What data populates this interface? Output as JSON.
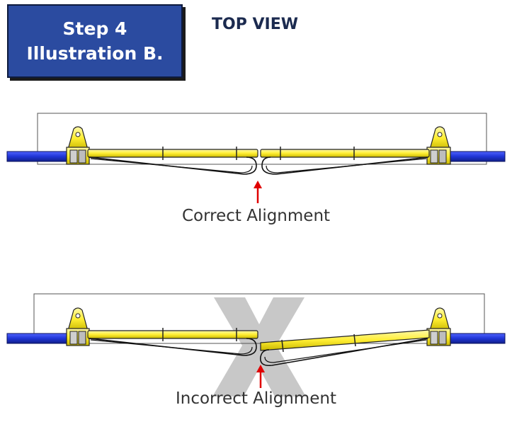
{
  "step_box": {
    "line1": "Step 4",
    "line2": "Illustration B."
  },
  "view_title": "TOP VIEW",
  "correct": {
    "caption": "Correct Alignment"
  },
  "incorrect": {
    "caption": "Incorrect Alignment",
    "mark": "X"
  },
  "colors": {
    "box_blue": "#2b4ba0",
    "rail_blue": "#2035d6",
    "arm_yellow": "#ffee33",
    "arrow_red": "#e00000",
    "x_mark_gray": "#c8c8c8"
  },
  "icons": [
    "up-arrow-icon",
    "x-mark-icon"
  ]
}
